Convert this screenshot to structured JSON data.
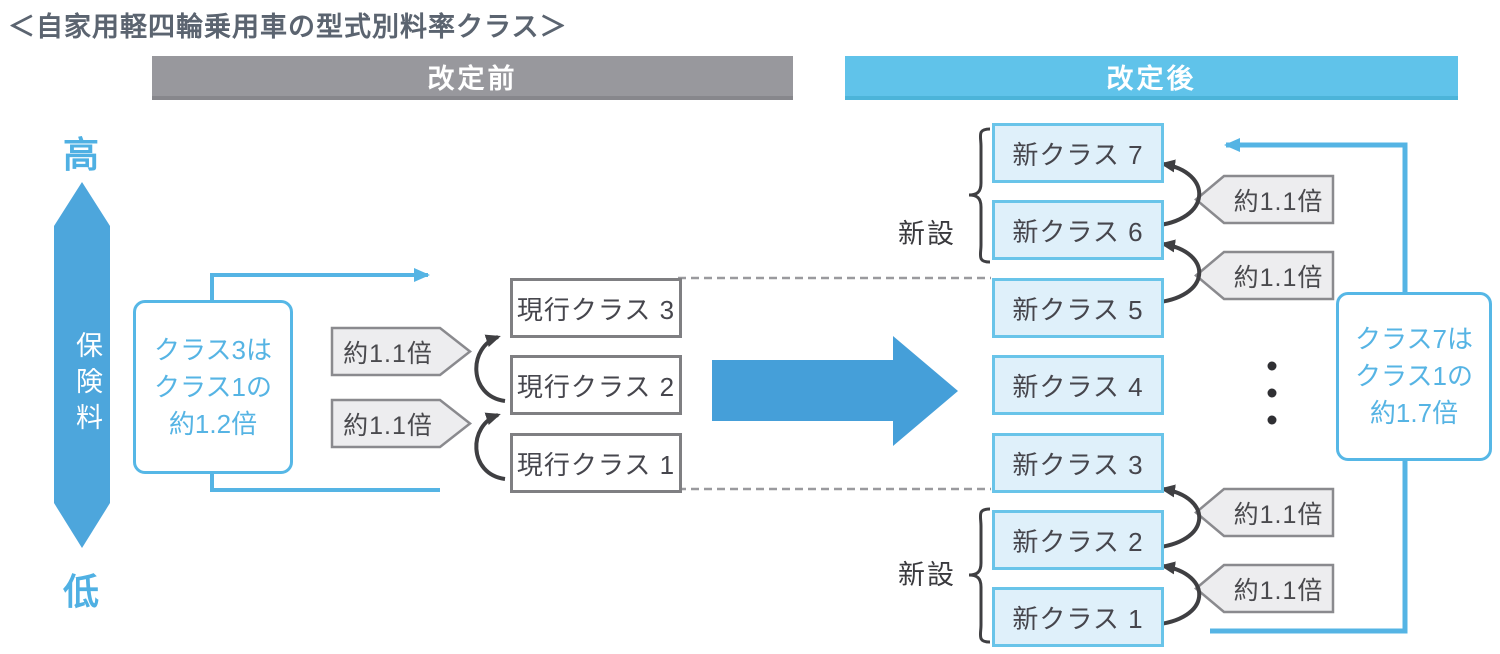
{
  "title": "＜自家用軽四輪乗用車の型式別料率クラス＞",
  "headers": {
    "before": "改定前",
    "after": "改定後"
  },
  "axis": {
    "high": "高",
    "premium": "保険料",
    "low": "低"
  },
  "before_section": {
    "note": [
      "クラス3は",
      "クラス1の",
      "約1.2倍"
    ],
    "classes": [
      "現行クラス 3",
      "現行クラス 2",
      "現行クラス 1"
    ],
    "multipliers": [
      "約1.1倍",
      "約1.1倍"
    ]
  },
  "after_section": {
    "new_top_label": "新設",
    "new_bottom_label": "新設",
    "classes": [
      "新クラス 7",
      "新クラス 6",
      "新クラス 5",
      "新クラス 4",
      "新クラス 3",
      "新クラス 2",
      "新クラス 1"
    ],
    "multipliers": [
      "約1.1倍",
      "約1.1倍",
      "約1.1倍",
      "約1.1倍"
    ],
    "note": [
      "クラス7は",
      "クラス1の",
      "約1.7倍"
    ]
  },
  "colors": {
    "accent_blue": "#55b4e4",
    "header_blue": "#60c3ea",
    "header_gray": "#98989d",
    "new_box_fill": "#dff0fa",
    "new_box_border": "#69c4e9",
    "big_arrow_blue": "#459fd9",
    "pentagon_gray": "#ededef",
    "dark_text": "#46464d",
    "note_text_blue": "#56b4e4"
  }
}
